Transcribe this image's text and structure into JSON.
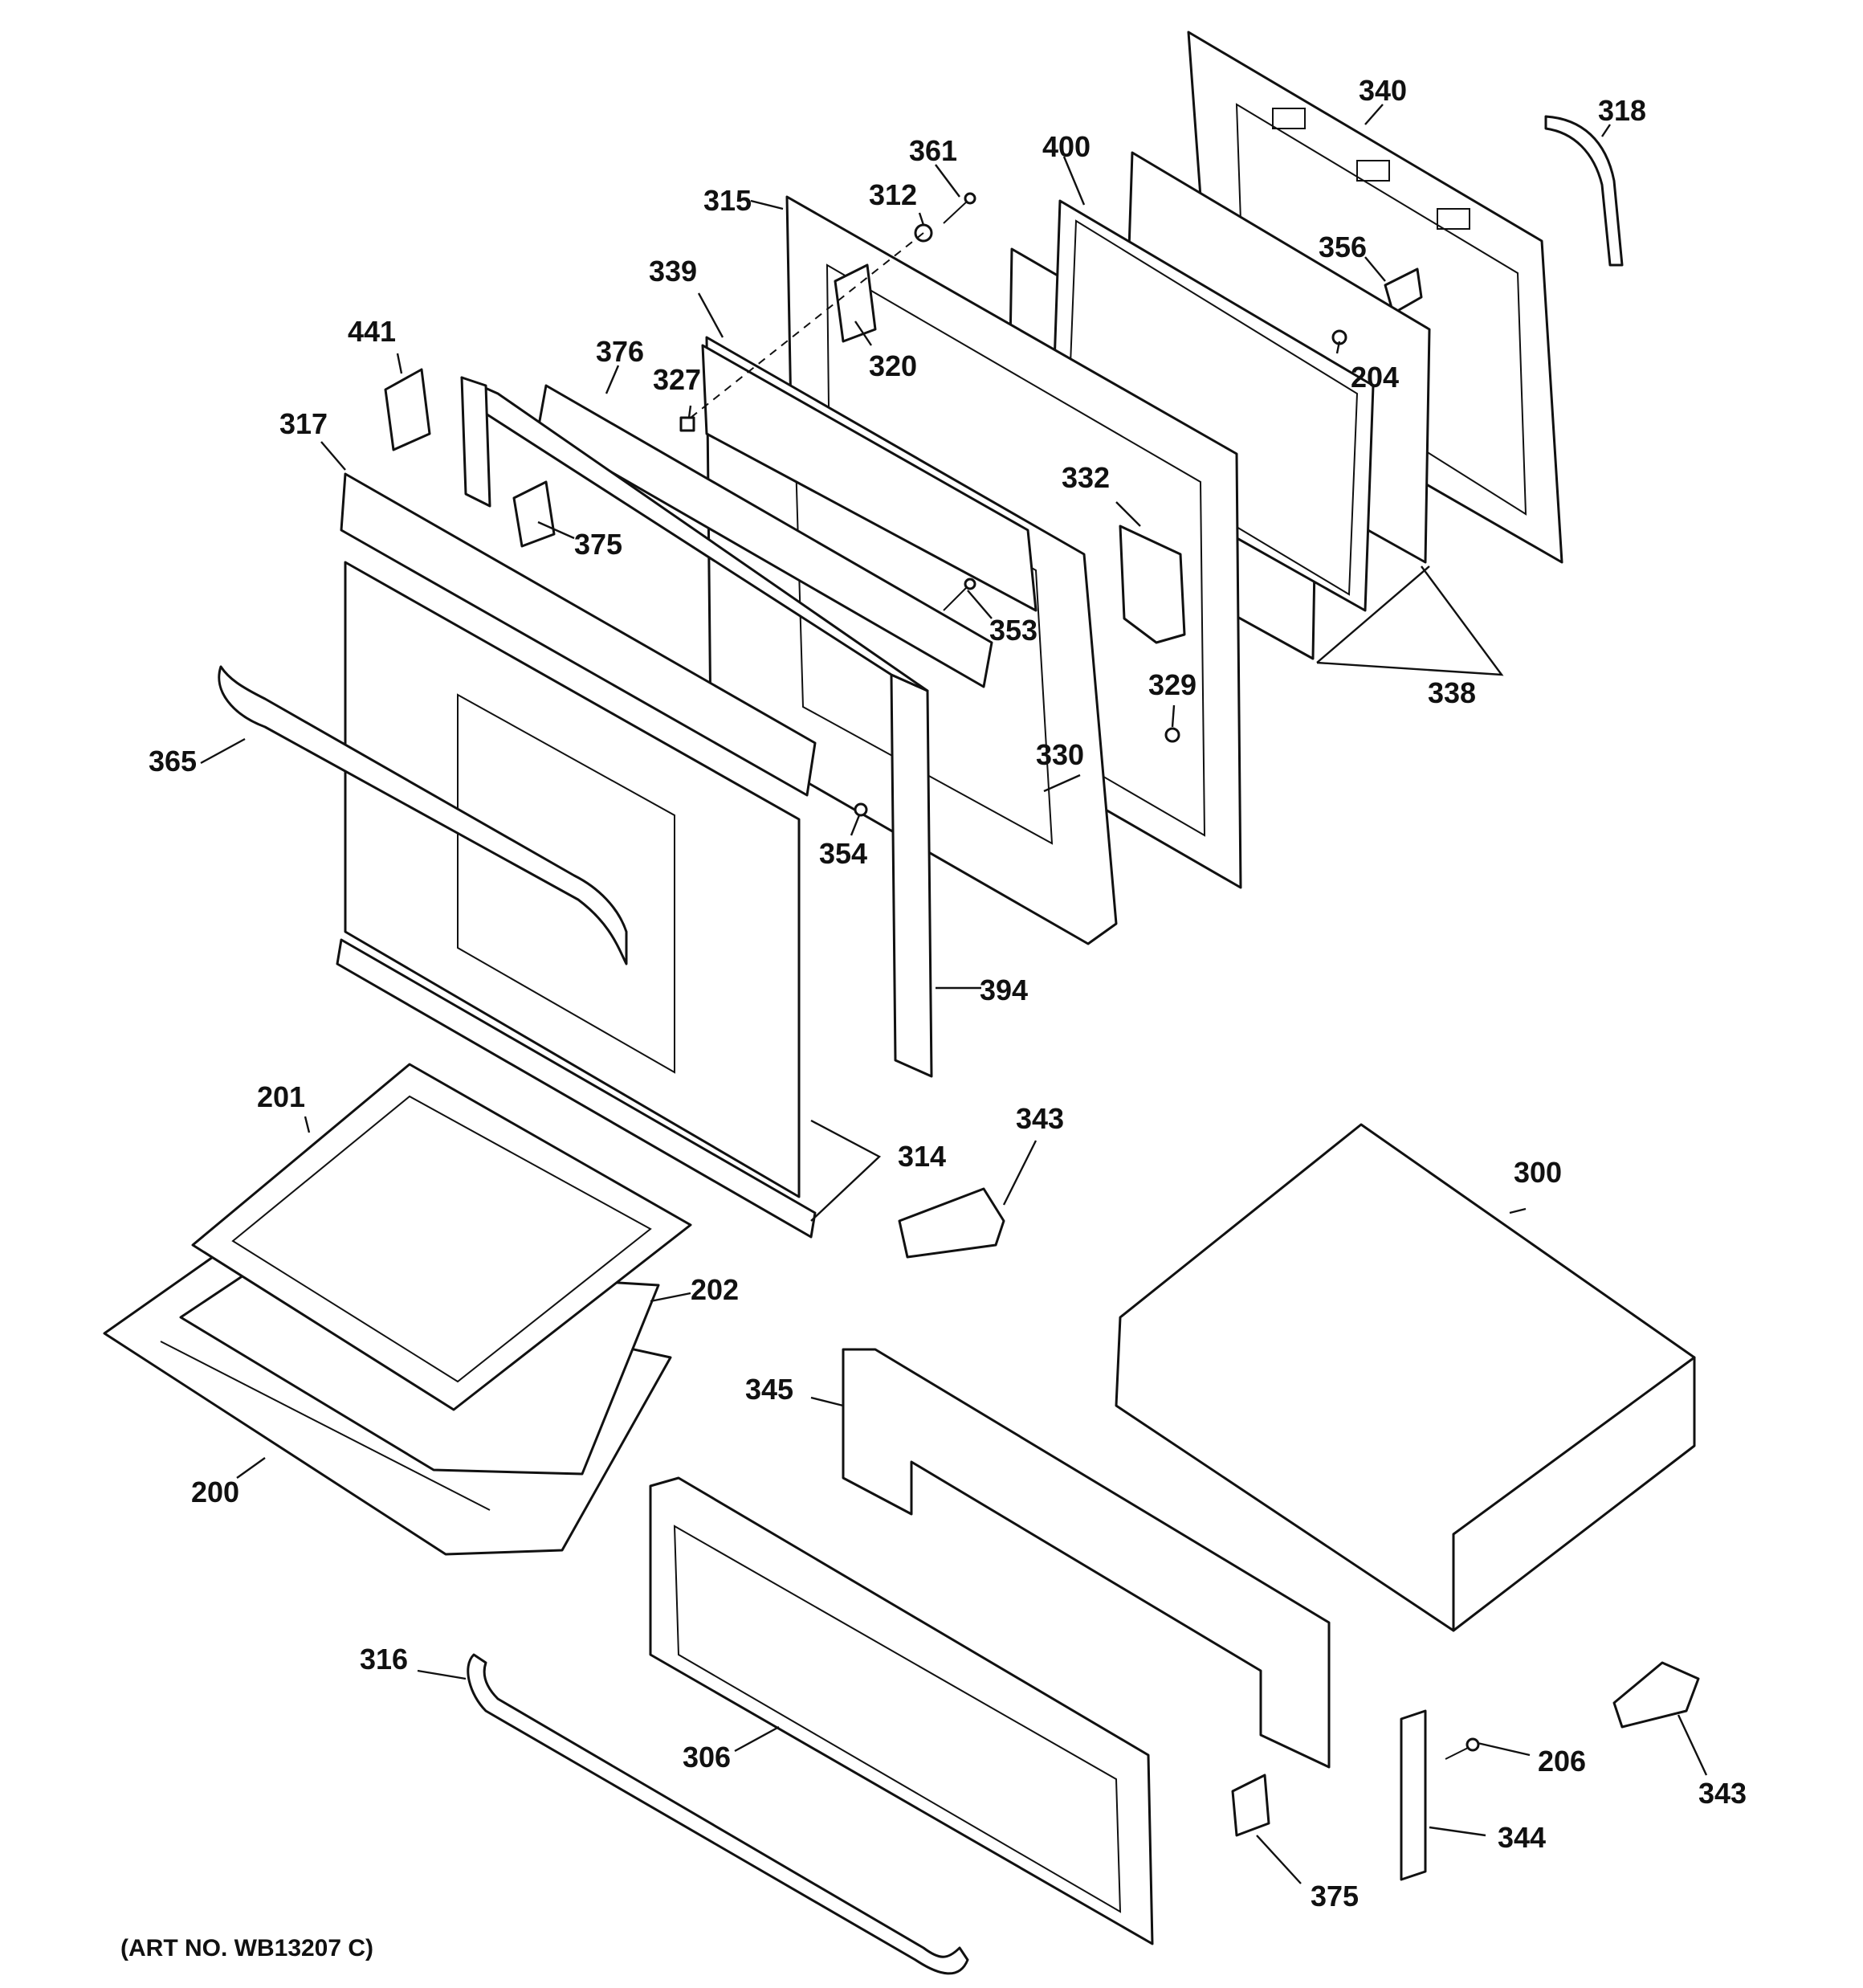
{
  "diagram": {
    "art_number": "(ART NO. WB13207 C)",
    "parts": [
      {
        "id": "200",
        "label": "200"
      },
      {
        "id": "201",
        "label": "201"
      },
      {
        "id": "202",
        "label": "202"
      },
      {
        "id": "204",
        "label": "204"
      },
      {
        "id": "206",
        "label": "206"
      },
      {
        "id": "300",
        "label": "300"
      },
      {
        "id": "306",
        "label": "306"
      },
      {
        "id": "312",
        "label": "312"
      },
      {
        "id": "314",
        "label": "314"
      },
      {
        "id": "315",
        "label": "315"
      },
      {
        "id": "316",
        "label": "316"
      },
      {
        "id": "317",
        "label": "317"
      },
      {
        "id": "318",
        "label": "318"
      },
      {
        "id": "320",
        "label": "320"
      },
      {
        "id": "327",
        "label": "327"
      },
      {
        "id": "329",
        "label": "329"
      },
      {
        "id": "330",
        "label": "330"
      },
      {
        "id": "332",
        "label": "332"
      },
      {
        "id": "338",
        "label": "338"
      },
      {
        "id": "339",
        "label": "339"
      },
      {
        "id": "340",
        "label": "340"
      },
      {
        "id": "343a",
        "label": "343"
      },
      {
        "id": "343b",
        "label": "343"
      },
      {
        "id": "344",
        "label": "344"
      },
      {
        "id": "345",
        "label": "345"
      },
      {
        "id": "353",
        "label": "353"
      },
      {
        "id": "354",
        "label": "354"
      },
      {
        "id": "356",
        "label": "356"
      },
      {
        "id": "361",
        "label": "361"
      },
      {
        "id": "365",
        "label": "365"
      },
      {
        "id": "375a",
        "label": "375"
      },
      {
        "id": "375b",
        "label": "375"
      },
      {
        "id": "376",
        "label": "376"
      },
      {
        "id": "394",
        "label": "394"
      },
      {
        "id": "400",
        "label": "400"
      },
      {
        "id": "441",
        "label": "441"
      }
    ]
  }
}
